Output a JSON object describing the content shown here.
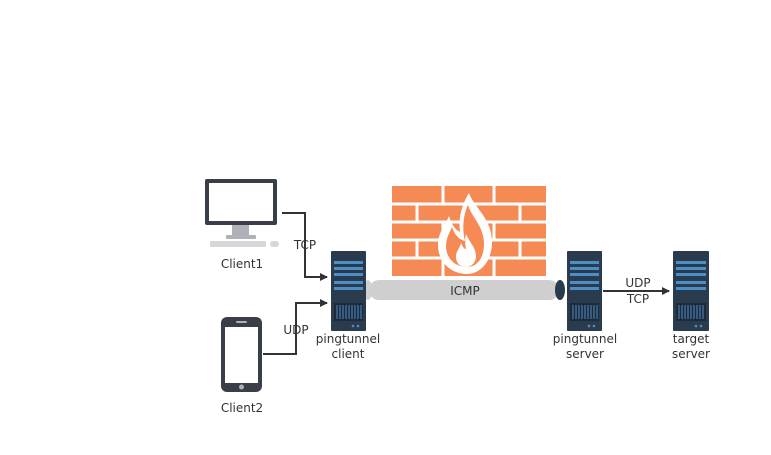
{
  "diagram": {
    "nodes": {
      "client1": {
        "label": "Client1",
        "icon": "desktop-monitor-icon"
      },
      "client2": {
        "label": "Client2",
        "icon": "smartphone-icon"
      },
      "pt_client": {
        "label_line1": "pingtunnel",
        "label_line2": "client",
        "icon": "server-rack-icon"
      },
      "pt_server": {
        "label_line1": "pingtunnel",
        "label_line2": "server",
        "icon": "server-rack-icon"
      },
      "target": {
        "label_line1": "target",
        "label_line2": "server",
        "icon": "server-rack-icon"
      },
      "firewall": {
        "icon": "firewall-icon"
      }
    },
    "edges": {
      "client1_to_client": {
        "label": "TCP"
      },
      "client2_to_client": {
        "label": "UDP"
      },
      "tunnel": {
        "label": "ICMP"
      },
      "server_to_target": {
        "label_line1": "UDP",
        "label_line2": "TCP"
      }
    }
  },
  "colors": {
    "firewall_brick": "#f58a55",
    "firewall_mortar": "#ffffff",
    "flame": "#ffffff",
    "server_body": "#2a3b4d",
    "server_stripe": "#4b8fc8",
    "tunnel_fill": "#cfcfcf",
    "tunnel_end": "#2a3b4d",
    "device_body": "#3a3f47",
    "line": "#333333"
  }
}
